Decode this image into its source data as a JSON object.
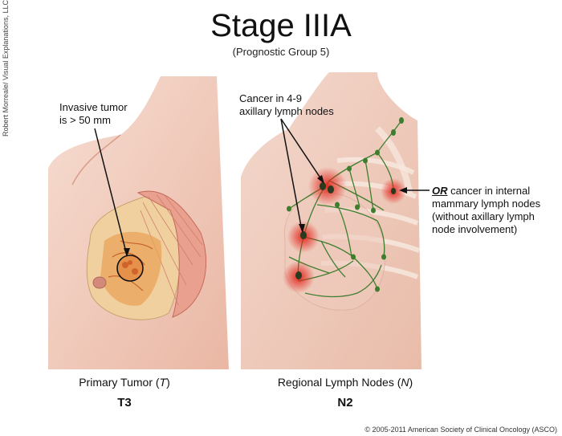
{
  "header": {
    "title": "Stage IIIA",
    "subtitle": "(Prognostic Group 5)"
  },
  "credit": "Robert Morreale/ Visual Explanations, LLC",
  "left_panel": {
    "annotation_line1": "Invasive tumor",
    "annotation_line2": "is > 50 mm",
    "caption_prefix": "Primary Tumor (",
    "caption_symbol": "T",
    "caption_suffix": ")",
    "code": "T3"
  },
  "right_panel": {
    "nodes_line1": "Cancer in 4-9",
    "nodes_line2": "axillary lymph nodes",
    "or_word": "OR",
    "or_line1_rest": " cancer in internal",
    "or_line2": "mammary lymph nodes",
    "or_line3": "(without axillary lymph",
    "or_line4": "node involvement)",
    "caption_prefix": "Regional Lymph Nodes (",
    "caption_symbol": "N",
    "caption_suffix": ")",
    "code": "N2"
  },
  "footer": {
    "copyright": "© 2005-2011 American Society of Clinical Oncology (ASCO)"
  },
  "colors": {
    "skin": "#f3d3c6",
    "skin_shadow": "#e8b9a8",
    "lymph": "#3e7d2e",
    "cancer_glow": "#e2231a",
    "tumor": "#e39a4a"
  }
}
